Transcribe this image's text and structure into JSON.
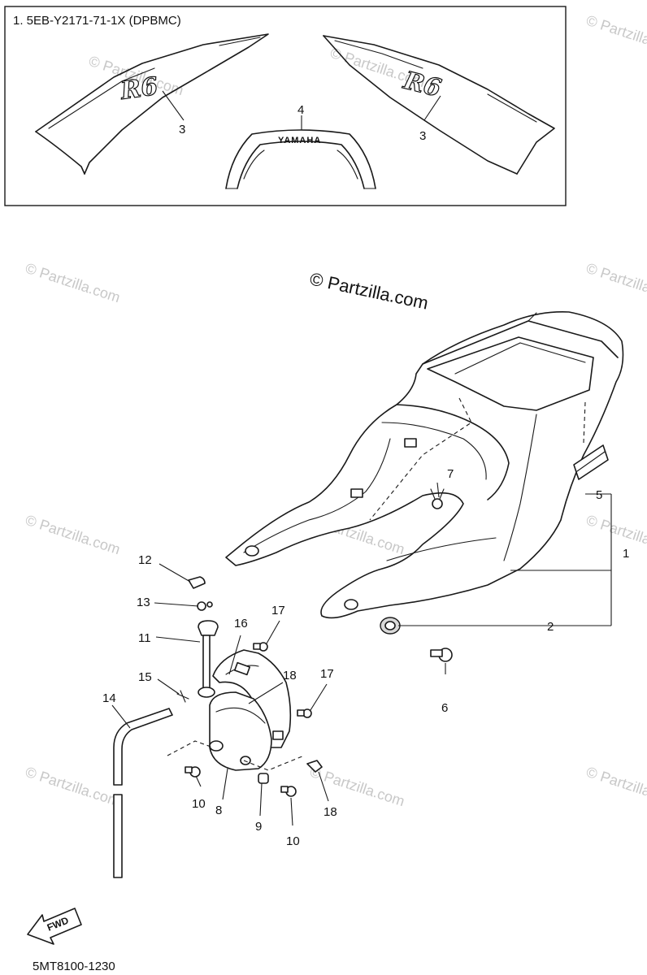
{
  "header": {
    "label": "1. 5EB-Y2171-71-1X (DPBMC)"
  },
  "copyright": "© Partzilla.com",
  "watermark": "© Partzilla.com",
  "footer": {
    "diagram_code": "5MT8100-1230",
    "fwd_label": "FWD"
  },
  "emblem_text": "YAMAHA",
  "logo_text": "R6",
  "callouts": {
    "c1": "1",
    "c2": "2",
    "c3a": "3",
    "c3b": "3",
    "c4": "4",
    "c5": "5",
    "c6": "6",
    "c7": "7",
    "c8": "8",
    "c9": "9",
    "c10a": "10",
    "c10b": "10",
    "c11": "11",
    "c12": "12",
    "c13": "13",
    "c14": "14",
    "c15": "15",
    "c16": "16",
    "c17a": "17",
    "c17b": "17",
    "c18a": "18",
    "c18b": "18"
  }
}
